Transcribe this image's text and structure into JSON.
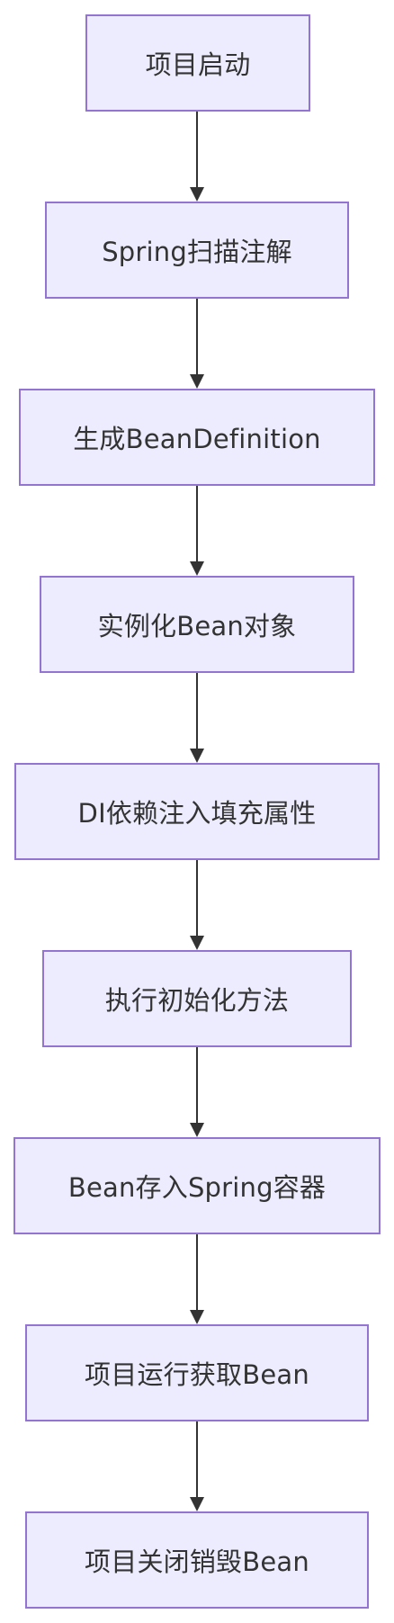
{
  "diagram": {
    "type": "flowchart",
    "direction": "top-to-bottom",
    "colors": {
      "node_fill": "#ececfe",
      "node_border": "#9474d2",
      "text": "#333333",
      "edge": "#333333"
    },
    "nodes": [
      {
        "id": "n0",
        "label": "项目启动"
      },
      {
        "id": "n1",
        "label": "Spring扫描注解"
      },
      {
        "id": "n2",
        "label": "生成BeanDefinition"
      },
      {
        "id": "n3",
        "label": "实例化Bean对象"
      },
      {
        "id": "n4",
        "label": "DI依赖注入填充属性"
      },
      {
        "id": "n5",
        "label": "执行初始化方法"
      },
      {
        "id": "n6",
        "label": "Bean存入Spring容器"
      },
      {
        "id": "n7",
        "label": "项目运行获取Bean"
      },
      {
        "id": "n8",
        "label": "项目关闭销毁Bean"
      }
    ],
    "edges": [
      {
        "from": "n0",
        "to": "n1"
      },
      {
        "from": "n1",
        "to": "n2"
      },
      {
        "from": "n2",
        "to": "n3"
      },
      {
        "from": "n3",
        "to": "n4"
      },
      {
        "from": "n4",
        "to": "n5"
      },
      {
        "from": "n5",
        "to": "n6"
      },
      {
        "from": "n6",
        "to": "n7"
      },
      {
        "from": "n7",
        "to": "n8"
      }
    ]
  }
}
